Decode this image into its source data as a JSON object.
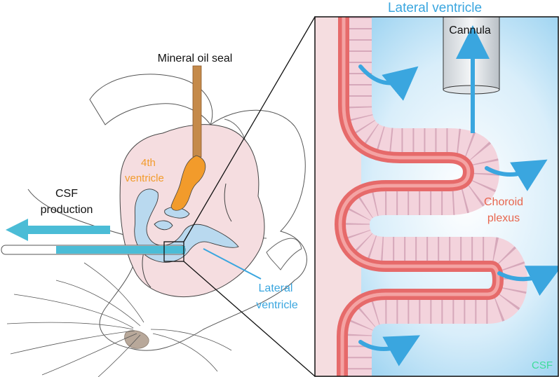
{
  "labels": {
    "mineral_oil_seal": "Mineral oil seal",
    "fourth_ventricle_line1": "4th",
    "fourth_ventricle_line2": "ventricle",
    "csf_production_line1": "CSF",
    "csf_production_line2": "production",
    "lateral_ventricle_left_line1": "Lateral",
    "lateral_ventricle_left_line2": "ventricle",
    "lateral_ventricle_top": "Lateral ventricle",
    "cannula": "Cannula",
    "choroid_plexus_line1": "Choroid",
    "choroid_plexus_line2": "plexus",
    "csf": "CSF"
  },
  "colors": {
    "oil": "#f29b2b",
    "tubing": "#4bbcd6",
    "arrow_blue": "#3aa6df",
    "ventricle_label": "#3aa6df",
    "choroid_label": "#e8664e",
    "csf_label": "#3ddc9a",
    "brain_fill": "#f5dde0",
    "vessel": "#e66a6a",
    "epithelium": "#f3d3dc"
  },
  "icons": {
    "flow_arrows": "curved-arrow-icon",
    "outflow_arrow": "left-arrow-icon"
  }
}
